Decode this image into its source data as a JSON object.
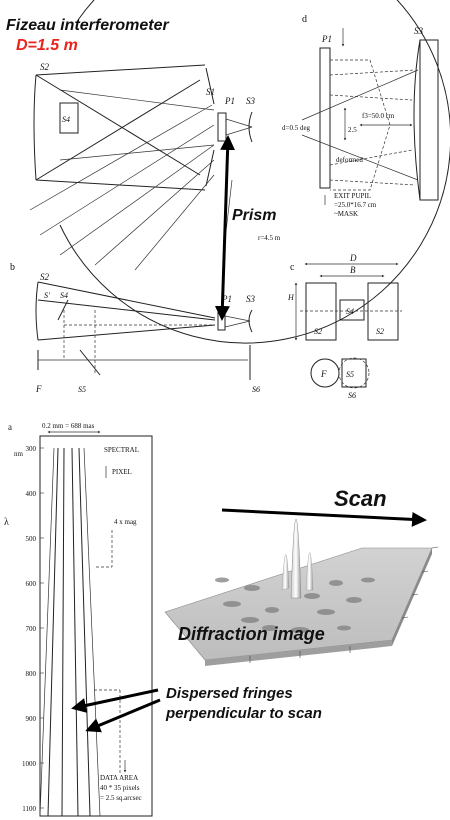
{
  "title": {
    "line1": "Fizeau interferometer",
    "line2": "D=1.5 m",
    "line2_color": "#e8241c"
  },
  "panel_a_top": {
    "labels": {
      "s2": "S2",
      "s1": "S1",
      "p1": "P1",
      "s3": "S3",
      "s4": "S4",
      "radius": "r=4.5 m"
    }
  },
  "panel_b": {
    "tag": "b",
    "labels": {
      "s2": "S2",
      "sprime": "S'",
      "s4": "S4",
      "p1": "P1",
      "s3": "S3",
      "f": "F",
      "s5": "S5",
      "s6": "S6"
    }
  },
  "panel_c": {
    "tag": "c",
    "labels": {
      "d": "D",
      "b": "B",
      "h": "H",
      "s2l": "S2",
      "s4": "S4",
      "s2r": "S2",
      "f": "F",
      "s5": "S5",
      "s6": "S6"
    }
  },
  "panel_d": {
    "tag": "d",
    "labels": {
      "p1": "P1",
      "s3": "S3",
      "f3": "f3=50.0 cm",
      "angle": "d=0.5 deg",
      "val": "2.5",
      "deformed": "deformed",
      "exit1": "EXIT PUPIL",
      "exit2": "=25.0*16.7 cm",
      "exit3": "~MASK"
    }
  },
  "prism_label": "Prism",
  "spectral_panel": {
    "tag": "a",
    "scale_label": "0.2 mm = 688 mas",
    "unit": "nm",
    "lambda": "λ",
    "ticks": [
      "300",
      "400",
      "500",
      "600",
      "700",
      "800",
      "900",
      "1000",
      "1100"
    ],
    "spectral": "SPECTRAL",
    "pixel": "PIXEL",
    "mag": "4 x mag",
    "data_area1": "DATA AREA",
    "data_area2": "40 * 35 pixels",
    "data_area3": "= 2.5 sq.arcsec"
  },
  "scan_label": "Scan",
  "diffraction_label": "Diffraction image",
  "fringes_label1": "Dispersed fringes",
  "fringes_label2": "perpendicular to scan"
}
